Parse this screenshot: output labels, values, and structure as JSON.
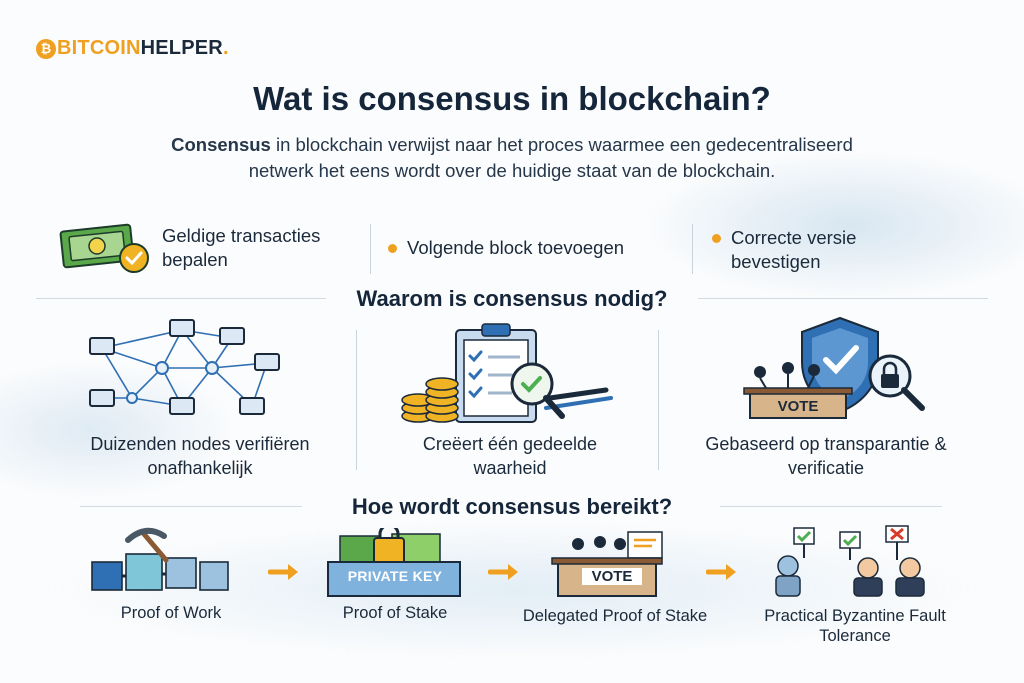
{
  "brand": {
    "coin_icon": "bitcoin-icon",
    "part1": "BITCOIN",
    "part2": "HELPER",
    "dot": "."
  },
  "title": "Wat is consensus in blockchain?",
  "intro": {
    "bold": "Consensus",
    "rest": " in blockchain verwijst naar het proces waarmee een gedecentraliseerd netwerk het eens wordt over de huidige staat van de blockchain."
  },
  "points": [
    {
      "label": "Geldige transacties bepalen",
      "icon": "banknote-check-icon"
    },
    {
      "label": "Volgende block toevoegen"
    },
    {
      "label": "Correcte versie bevestigen"
    }
  ],
  "why": {
    "heading": "Waarom is consensus nodig?",
    "items": [
      {
        "label": "Duizenden nodes verifiëren onafhankelijk",
        "icon": "network-nodes-icon"
      },
      {
        "label": "Creëert één gedeelde waarheid",
        "icon": "checklist-coins-icon"
      },
      {
        "label": "Gebaseerd op transparantie & verificatie",
        "icon": "shield-vote-icon",
        "vote_text": "VOTE"
      }
    ]
  },
  "how": {
    "heading": "Hoe wordt consensus bereikt?",
    "methods": [
      {
        "label": "Proof of Work",
        "icon": "pickaxe-blocks-icon"
      },
      {
        "label": "Proof of Stake",
        "icon": "private-key-box-icon",
        "badge": "PRIVATE KEY"
      },
      {
        "label": "Delegated Proof of Stake",
        "icon": "vote-podium-icon",
        "badge": "VOTE"
      },
      {
        "label": "Practical Byzantine Fault Tolerance",
        "icon": "voting-people-icon"
      }
    ]
  },
  "colors": {
    "accent": "#f0a020",
    "navy": "#15263a",
    "blue": "#2f6fb3",
    "green": "#4caf50"
  }
}
